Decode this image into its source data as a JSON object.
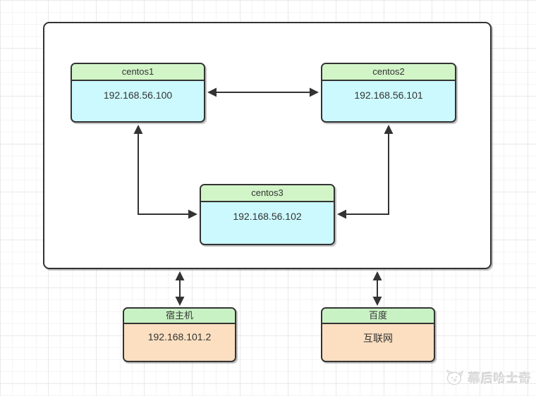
{
  "nodes": {
    "centos1": {
      "title": "centos1",
      "value": "192.168.56.100"
    },
    "centos2": {
      "title": "centos2",
      "value": "192.168.56.101"
    },
    "centos3": {
      "title": "centos3",
      "value": "192.168.56.102"
    },
    "host": {
      "title": "宿主机",
      "value": "192.168.101.2"
    },
    "baidu": {
      "title": "百度",
      "value": "互联网"
    }
  },
  "watermark": {
    "icon": "husky-face-icon",
    "text": "幕后哈士奇"
  },
  "colors": {
    "node_header_green": "#d2f5c8",
    "bottom_header_green": "#c9f2c4",
    "node_body_cyan": "#ccf9fd",
    "node_body_peach": "#fbdfc0",
    "border": "#333333",
    "arrow": "#333333",
    "grid_line": "#f4f4f4"
  }
}
